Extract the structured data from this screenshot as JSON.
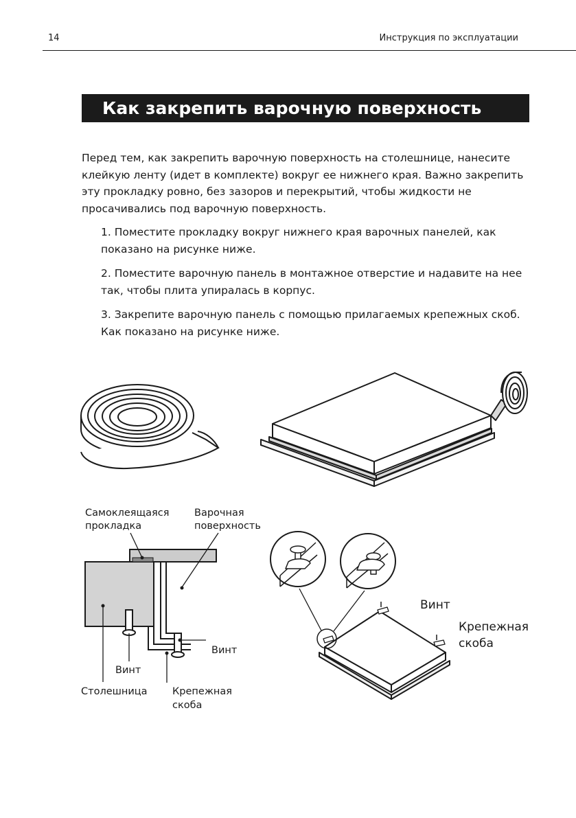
{
  "header": {
    "page_number": "14",
    "running_title": "Инструкция по эксплуатации"
  },
  "title": "Как закрепить варочную поверхность",
  "intro": "Перед тем, как закрепить варочную поверхность на столешнице, нанесите клейкую ленту (идет в комплекте) вокруг ее нижнего края. Важно закрепить эту прокладку ровно, без зазоров и перекрытий, чтобы жидкости не просачивались под варочную поверхность.",
  "steps": [
    {
      "num": "1.",
      "text": "Поместите прокладку вокруг нижнего края варочных панелей, как показано на рисунке ниже."
    },
    {
      "num": "2.",
      "text": "Поместите варочную панель в монтажное отверстие и надавите на нее так, чтобы плита упиралась в корпус."
    },
    {
      "num": "3.",
      "text": "Закрепите варочную панель с помощью прилагаемых крепежных скоб. Как показано на рисунке ниже."
    }
  ],
  "diagram_labels": {
    "gasket_line1": "Самоклеящаяся",
    "gasket_line2": "прокладка",
    "hob_line1": "Варочная",
    "hob_line2": "поверхность",
    "screw_right": "Винт",
    "screw_left": "Винт",
    "countertop": "Столешница",
    "bracket_line1": "Крепежная",
    "bracket_line2": "скоба",
    "iso_screw": "Винт",
    "iso_bracket_line1": "Крепежная",
    "iso_bracket_line2": "скоба"
  }
}
